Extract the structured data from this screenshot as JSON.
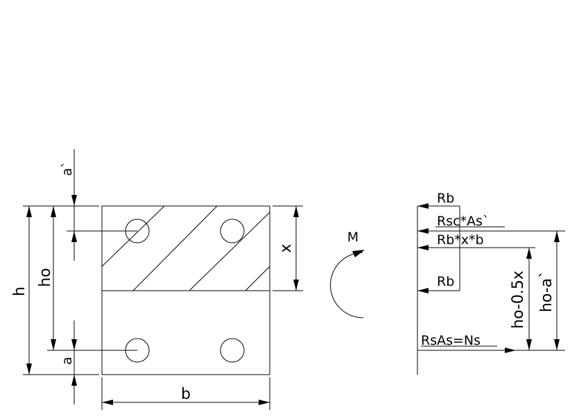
{
  "section": {
    "labels": {
      "a_top": "a`",
      "a_bottom": "a",
      "h": "h",
      "h0": "ho",
      "x": "x",
      "b": "b"
    }
  },
  "moment": {
    "label": "M"
  },
  "forces": {
    "rb_top": "Rb",
    "rsc_as": "Rsc*As`",
    "rb_x_b": "Rb*x*b",
    "rb_bottom": "Rb",
    "rs_as": "RsAs=Ns",
    "h0_minus_half_x": "ho-0.5x",
    "h0_minus_a": "ho-a`"
  }
}
